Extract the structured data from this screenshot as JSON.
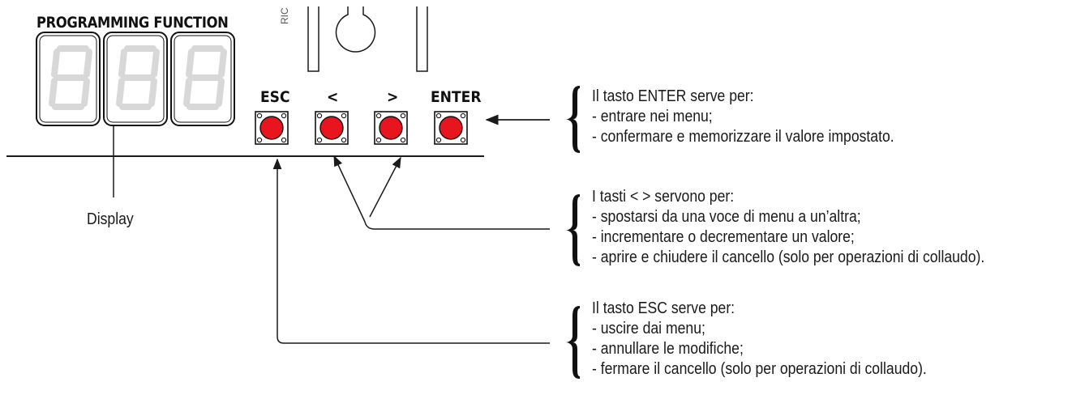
{
  "panel": {
    "heading": "PROGRAMMING FUNCTION",
    "side_label": "RIC",
    "display_label": "Display"
  },
  "buttons": [
    {
      "label": "ESC"
    },
    {
      "label": "<"
    },
    {
      "label": ">"
    },
    {
      "label": "ENTER"
    }
  ],
  "callouts": {
    "enter": {
      "title": "Il tasto ENTER serve per:",
      "lines": [
        "- entrare nei menu;",
        "- confermare e memorizzare il valore impostato."
      ]
    },
    "arrows": {
      "title": "I tasti < > servono per:",
      "lines": [
        "- spostarsi da una voce di menu a un’altra;",
        "- incrementare o decrementare un valore;",
        "- aprire e chiudere il cancello (solo per operazioni di collaudo)."
      ]
    },
    "esc": {
      "title": "Il tasto ESC serve per:",
      "lines": [
        "- uscire dai menu;",
        "- annullare le modifiche;",
        "- fermare il cancello (solo per operazioni di collaudo)."
      ]
    }
  },
  "colors": {
    "button_red": "#e8141e",
    "segment_gray": "#d8d8d8",
    "line": "#1a1a1a"
  }
}
